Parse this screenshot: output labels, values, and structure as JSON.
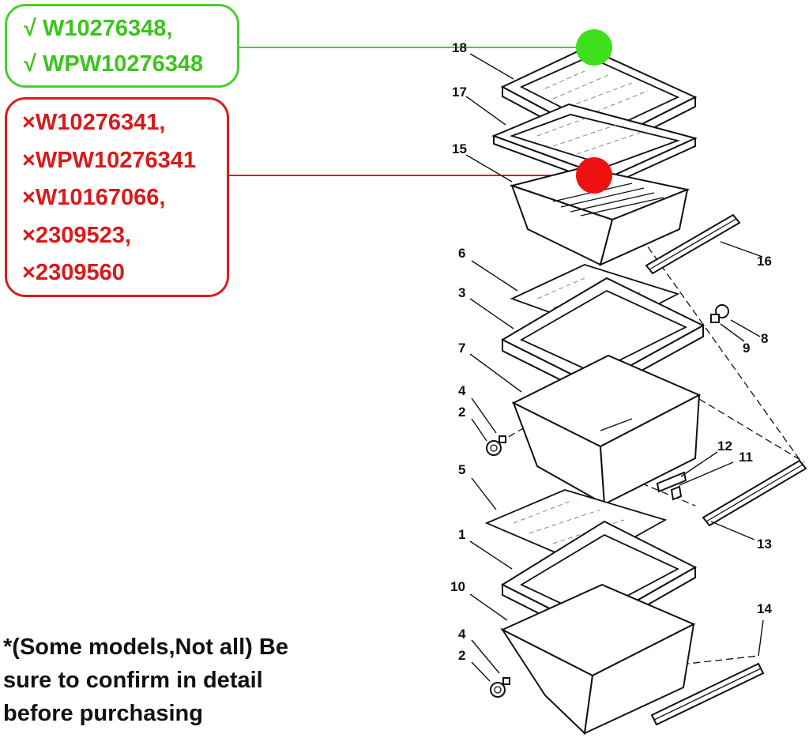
{
  "compatible_parts": {
    "color": "#3cc41c",
    "items": [
      "√ W10276348,",
      "√ WPW10276348"
    ]
  },
  "replaced_parts": {
    "color": "#d81a1a",
    "items": [
      "×W10276341,",
      "×WPW10276341",
      "×W10167066,",
      "×2309523,",
      "×2309560"
    ]
  },
  "note": {
    "lines": [
      "*(Some models,Not all) Be",
      "sure to confirm in detail",
      "before purchasing"
    ]
  },
  "callouts": [
    "18",
    "17",
    "15",
    "16",
    "6",
    "3",
    "8",
    "9",
    "7",
    "4",
    "2",
    "12",
    "11",
    "5",
    "13",
    "1",
    "10",
    "14",
    "4",
    "2"
  ]
}
